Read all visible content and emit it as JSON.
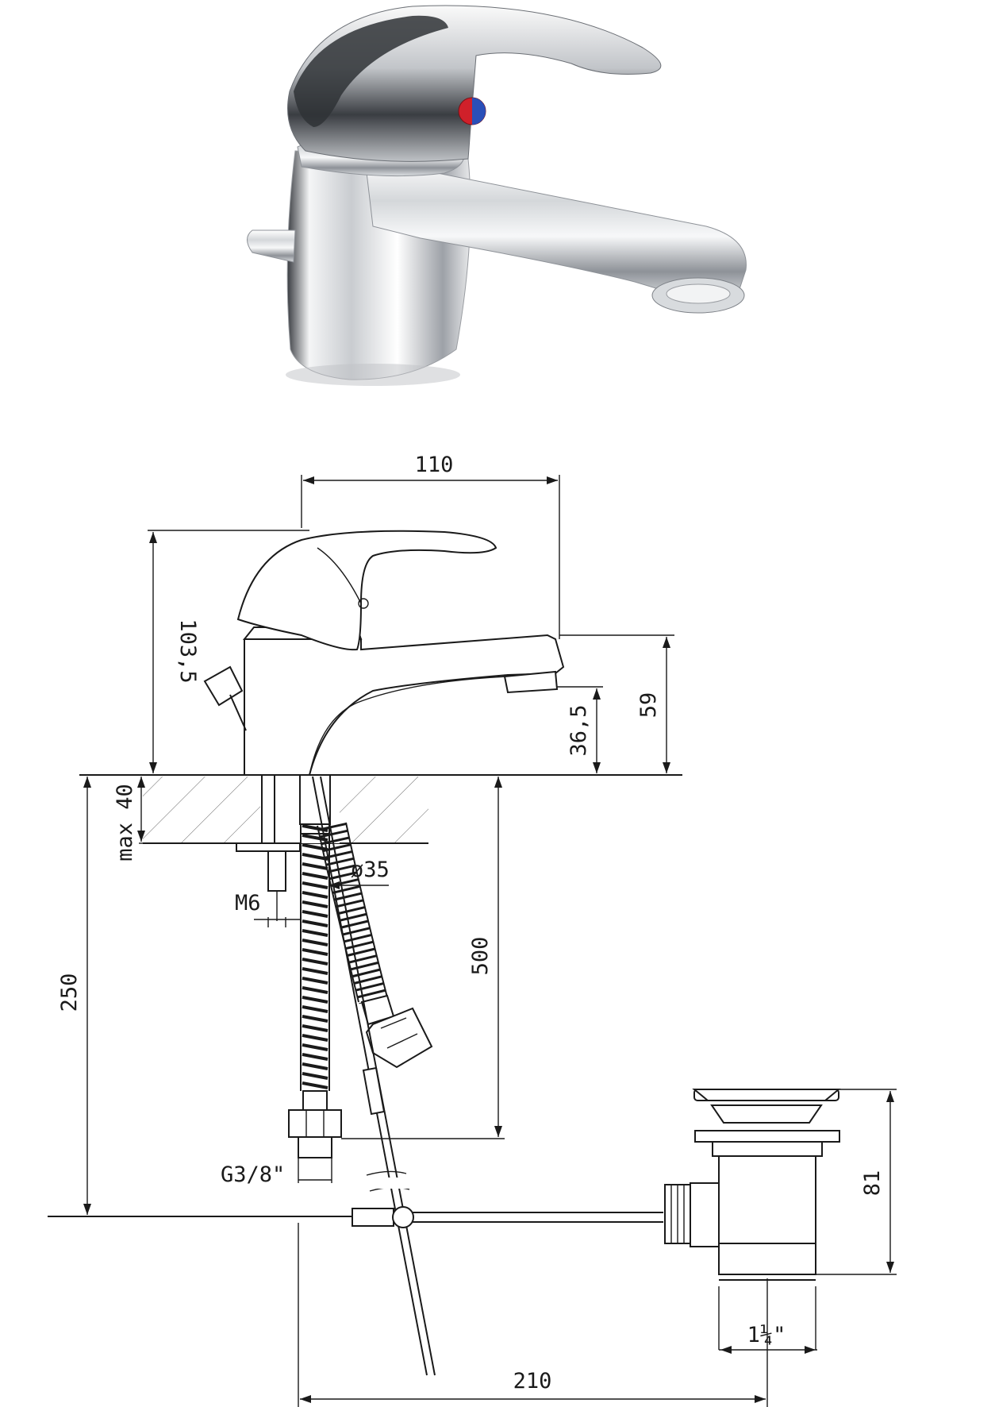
{
  "product": {
    "name": "single-lever basin mixer with pop-up waste",
    "colors": {
      "chrome_light": "#f4f5f6",
      "chrome_mid": "#c9ccd0",
      "chrome_dark": "#3a3d42",
      "hot_indicator": "#d0202a",
      "cold_indicator": "#2a4fb8",
      "line": "#1a1a1a"
    }
  },
  "dimensions": {
    "spout_reach": "110",
    "total_height": "103,5",
    "spout_height": "59",
    "outlet_height": "36,5",
    "max_deck_thickness": "max 40",
    "hose_length": "500",
    "rod_length": "250",
    "tap_hole": "ø35",
    "stud_thread": "M6",
    "hose_connection": "G3/8\"",
    "waste_height": "81",
    "waste_thread": "1¼\"",
    "waste_offset": "210"
  }
}
